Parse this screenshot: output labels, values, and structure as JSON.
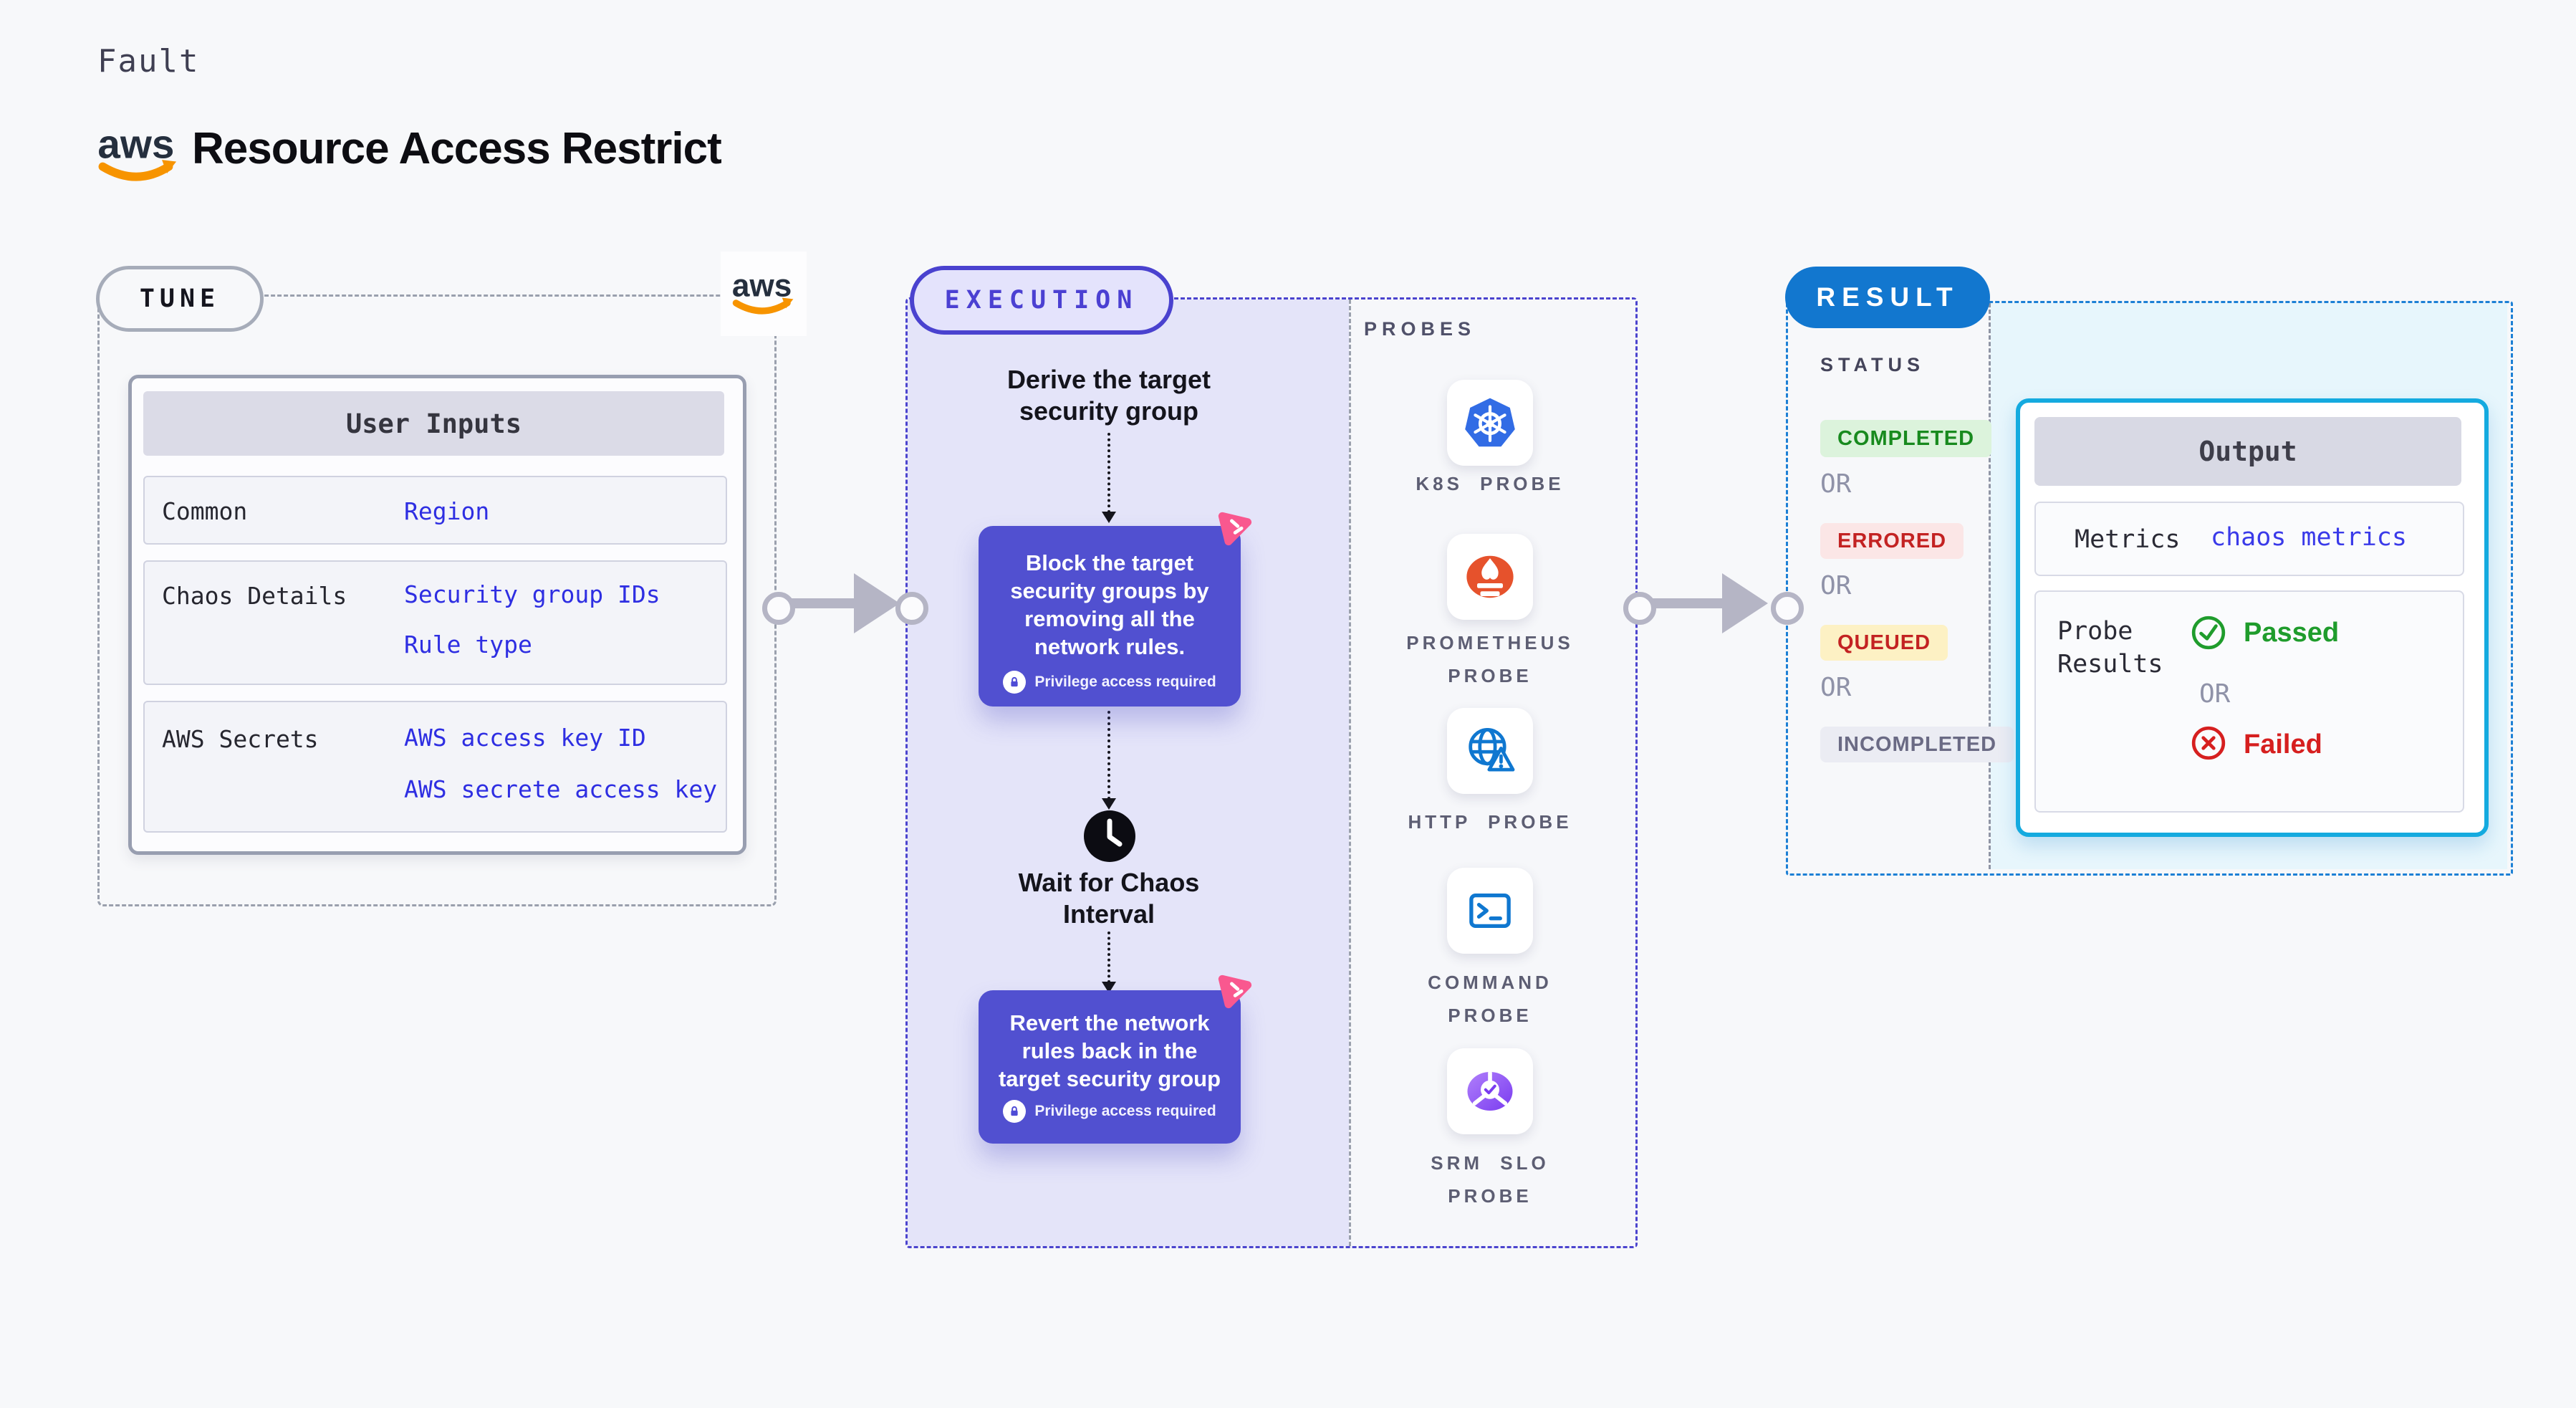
{
  "page": {
    "eyebrow": "Fault",
    "brand": "aws",
    "title": "Resource Access Restrict",
    "background": "#f7f8fa"
  },
  "colors": {
    "indigo_accent": "#5150d0",
    "execution_border": "#4b44ce",
    "result_blue": "#1277cf",
    "output_border": "#14aadf",
    "pink_chaos": "#f9588f",
    "value_blue": "#2e2ee2",
    "aws_orange": "#f79400"
  },
  "tune": {
    "badge": "TUNE",
    "table": {
      "header": "User Inputs",
      "rows": [
        {
          "label": "Common",
          "values": [
            "Region"
          ]
        },
        {
          "label": "Chaos Details",
          "values": [
            "Security group IDs",
            "Rule type"
          ]
        },
        {
          "label": "AWS Secrets",
          "values": [
            "AWS access key ID",
            "AWS secrete access key"
          ]
        }
      ]
    }
  },
  "execution": {
    "badge": "EXECUTION",
    "step_derive": "Derive the target\nsecurity group",
    "step_block": "Block the target\nsecurity groups by\nremoving all the\nnetwork rules.",
    "step_wait": "Wait for Chaos\nInterval",
    "step_revert": "Revert the network\nrules back in the\ntarget security group",
    "privilege_note": "Privilege access required"
  },
  "probes": {
    "title": "PROBES",
    "items": [
      {
        "label": "K8S PROBE",
        "icon": "kubernetes-icon"
      },
      {
        "label": "PROMETHEUS\nPROBE",
        "icon": "prometheus-icon"
      },
      {
        "label": "HTTP PROBE",
        "icon": "http-globe-warning-icon"
      },
      {
        "label": "COMMAND\nPROBE",
        "icon": "terminal-icon"
      },
      {
        "label": "SRM SLO\nPROBE",
        "icon": "srm-slo-icon"
      }
    ]
  },
  "result": {
    "badge": "RESULT",
    "status_title": "STATUS",
    "or_label": "OR",
    "statuses": [
      {
        "label": "COMPLETED",
        "bg": "#dcf3dc",
        "color": "#188a1e"
      },
      {
        "label": "ERRORED",
        "bg": "#fbe6e6",
        "color": "#c32222"
      },
      {
        "label": "QUEUED",
        "bg": "#fdf1c4",
        "color": "#c32222"
      },
      {
        "label": "INCOMPLETED",
        "bg": "#ebecf3",
        "color": "#6a6a84"
      }
    ],
    "output": {
      "header": "Output",
      "metrics_label": "Metrics",
      "metrics_value": "chaos metrics",
      "probe_results_label": "Probe\nResults",
      "passed_label": "Passed",
      "or_label": "OR",
      "failed_label": "Failed"
    }
  }
}
